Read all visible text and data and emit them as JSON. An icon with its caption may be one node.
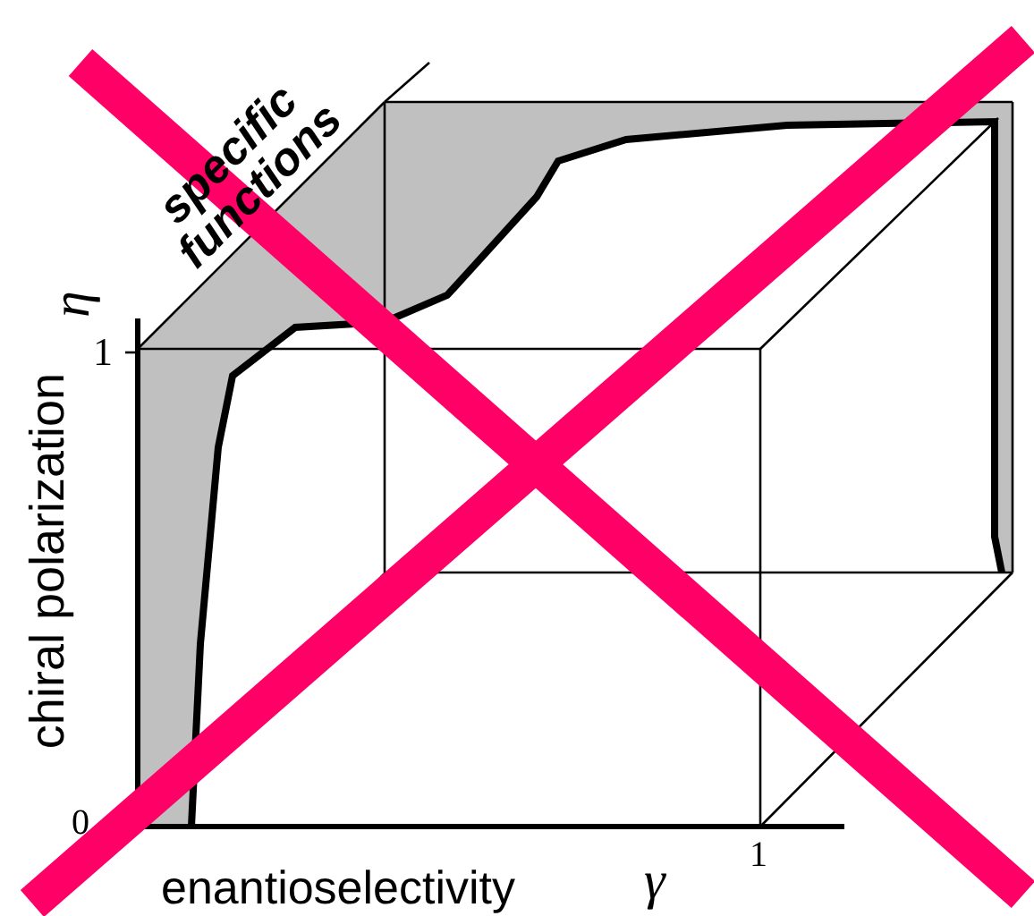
{
  "diagram": {
    "labels": [
      "specific functions",
      "η",
      "1",
      "chiral polarization",
      "0",
      "enantioselectivity",
      "γ",
      "1"
    ]
  }
}
